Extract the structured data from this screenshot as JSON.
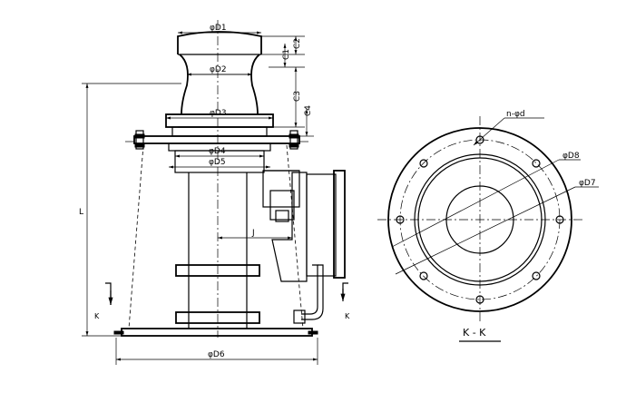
{
  "labels": {
    "d1": "φD1",
    "d2": "φD2",
    "d3": "φD3",
    "d4": "φD4",
    "d5": "φD5",
    "d6": "φD6",
    "d7": "φD7",
    "d8": "φD8",
    "c1": "C1",
    "c2": "C2",
    "c3": "C3",
    "c4": "C4",
    "l": "L",
    "j": "J",
    "nd": "n-φd",
    "k_left": "K",
    "k_right": "K",
    "section": "K - K"
  }
}
